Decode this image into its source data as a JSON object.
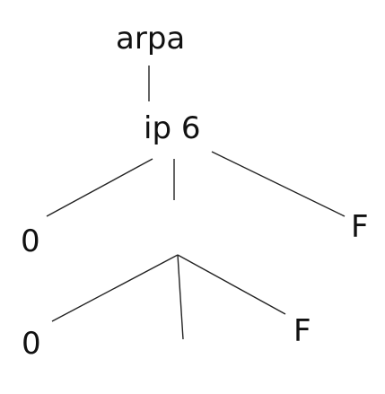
{
  "diagram": {
    "nodes": {
      "root": "arpa",
      "ip6": "ip 6",
      "level1_left": "0",
      "level1_right": "F",
      "level2_left": "0",
      "level2_right": "F"
    }
  }
}
